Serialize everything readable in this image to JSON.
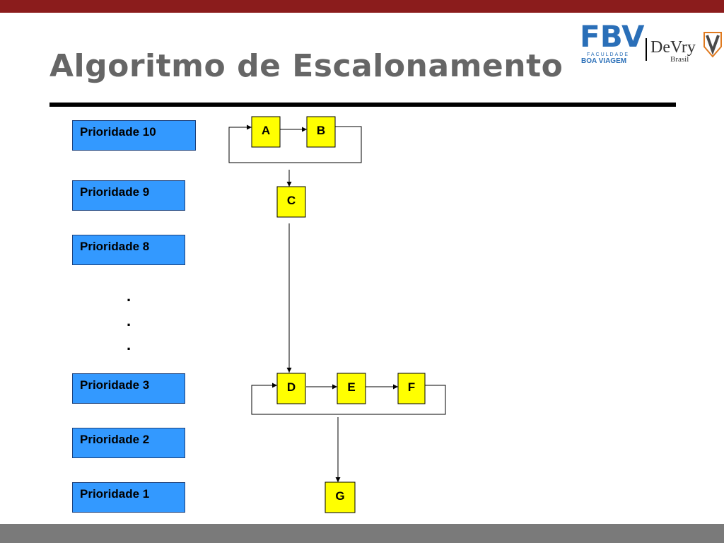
{
  "slide": {
    "title": "Algoritmo de Escalonamento",
    "colors": {
      "top_bar": "#8b1c1c",
      "bottom_bar": "#7a7a7a",
      "priority_box": "#3399ff",
      "process_box": "#ffff00",
      "title_text": "#666666"
    }
  },
  "logos": {
    "fbv": {
      "text": "FBV",
      "tagline_1": "FACULDADE",
      "tagline_2": "BOA VIAGEM"
    },
    "devry": {
      "text": "DeVry",
      "subtext": "Brasil",
      "icon": "devry-shield-icon"
    }
  },
  "priorities": [
    {
      "label": "Prioridade 10"
    },
    {
      "label": "Prioridade 9"
    },
    {
      "label": "Prioridade 8"
    },
    {
      "label": "Prioridade 3"
    },
    {
      "label": "Prioridade 2"
    },
    {
      "label": "Prioridade 1"
    }
  ],
  "ellipsis": ".",
  "processes": {
    "A": "A",
    "B": "B",
    "C": "C",
    "D": "D",
    "E": "E",
    "F": "F",
    "G": "G"
  }
}
